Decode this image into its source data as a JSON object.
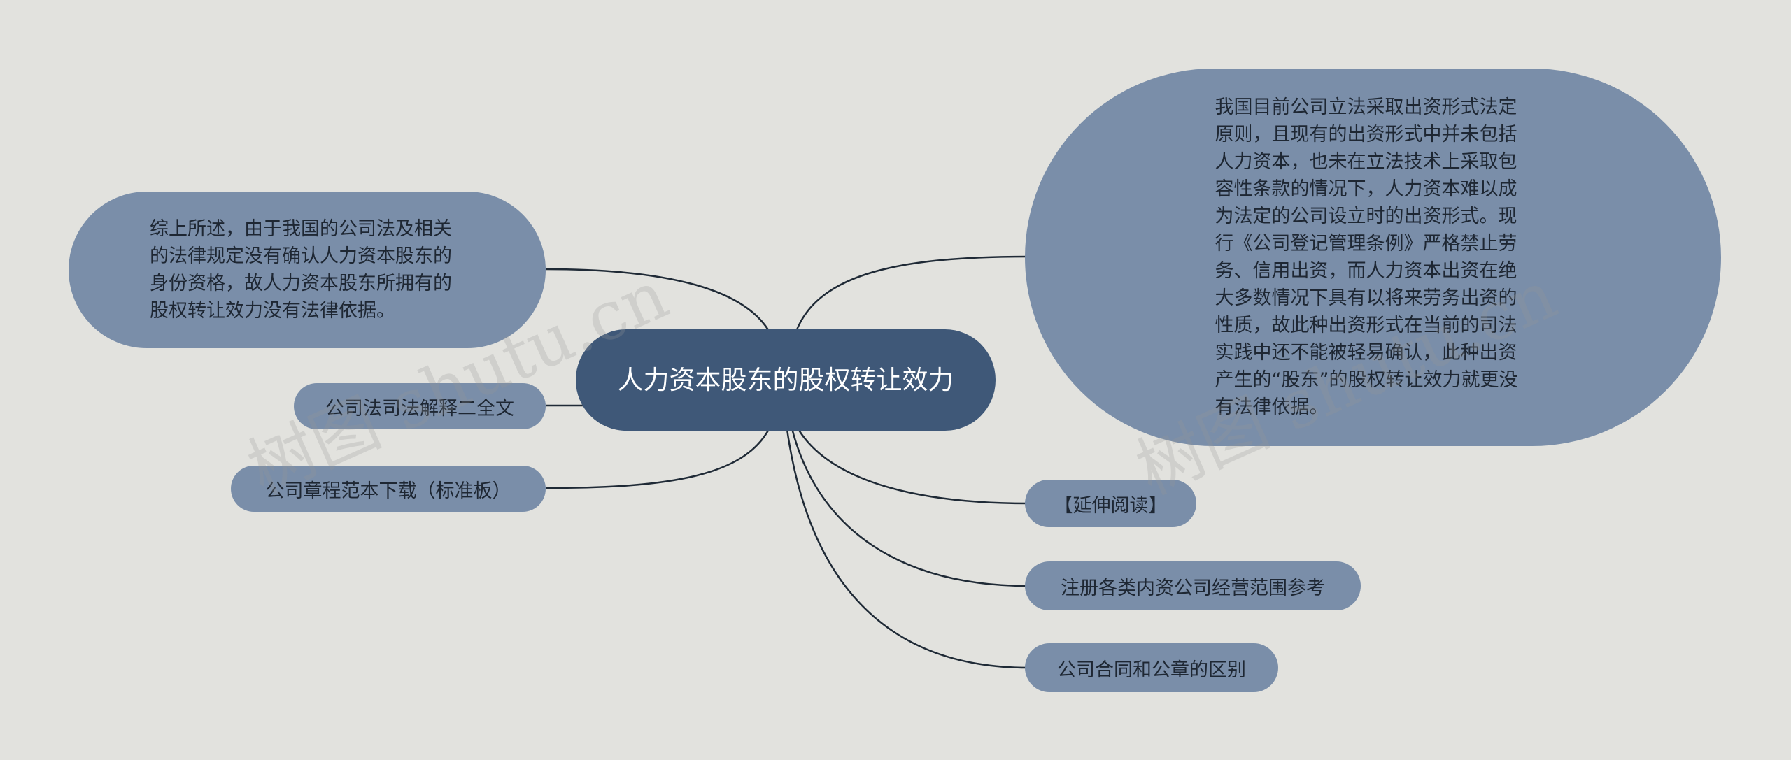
{
  "central": {
    "title": "人力资本股东的股权转让效力"
  },
  "left_nodes": [
    {
      "id": "summary",
      "text": "综上所述，由于我国的公司法及相关的法律规定没有确认人力资本股东的身份资格，故人力资本股东所拥有的股权转让效力没有法律依据。"
    },
    {
      "id": "judicial",
      "text": "公司法司法解释二全文"
    },
    {
      "id": "charter",
      "text": "公司章程范本下载（标准板）"
    }
  ],
  "right_nodes": [
    {
      "id": "detail",
      "text": "我国目前公司立法采取出资形式法定原则，且现有的出资形式中并未包括人力资本，也未在立法技术上采取包容性条款的情况下，人力资本难以成为法定的公司设立时的出资形式。现行《公司登记管理条例》严格禁止劳务、信用出资，而人力资本出资在绝大多数情况下具有以将来劳务出资的性质，故此种出资形式在当前的司法实践中还不能被轻易确认，此种出资产生的“股东”的股权转让效力就更没有法律依据。"
    },
    {
      "id": "extend",
      "text": "【延伸阅读】"
    },
    {
      "id": "scope",
      "text": "注册各类内资公司经营范围参考"
    },
    {
      "id": "contract",
      "text": "公司合同和公章的区别"
    }
  ],
  "watermark": "树图 shutu.cn",
  "colors": {
    "background": "#e2e2de",
    "central": "#3f5878",
    "node": "#7a8ea9",
    "line": "#1f2a36"
  }
}
